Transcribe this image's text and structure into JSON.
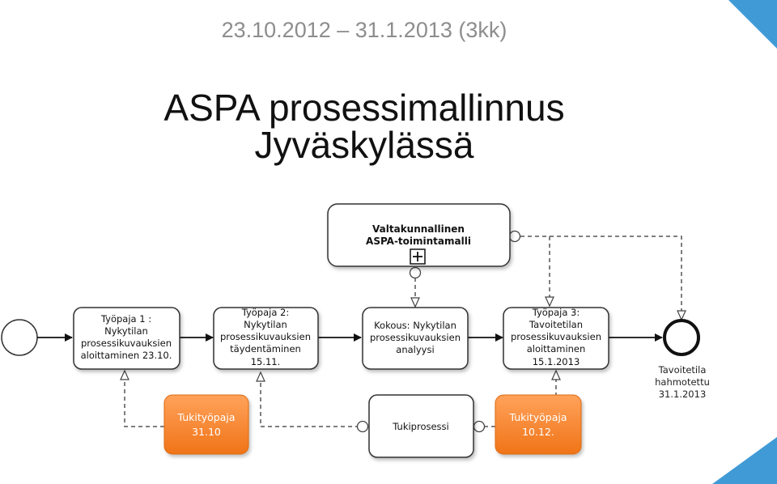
{
  "header": {
    "subtitle": "23.10.2012 – 31.1.2013 (3kk)",
    "title_line1": "ASPA prosessimallinnus",
    "title_line2": "Jyväskylässä"
  },
  "colors": {
    "accent_blue": "#1e88cf",
    "orange": "#f7892b",
    "line": "#3a3a3a",
    "dashed": "#666666"
  },
  "diagram": {
    "subprocess": {
      "lines": [
        "Valtakunnallinen",
        "ASPA-toimintamalli"
      ]
    },
    "tasks": [
      {
        "lines": [
          "Työpaja 1 :",
          "Nykytilan",
          "prosessikuvauksien",
          "aloittaminen 23.10."
        ]
      },
      {
        "lines": [
          "Työpaja 2:",
          "Nykytilan",
          "prosessikuvauksien",
          "täydentäminen",
          "15.11."
        ]
      },
      {
        "lines": [
          "Kokous: Nykytilan",
          "prosessikuvauksien",
          "analyysi"
        ]
      },
      {
        "lines": [
          "Työpaja 3:",
          "Tavoitetilan",
          "prosessikuvauksien",
          "aloittaminen",
          "15.1.2013"
        ]
      }
    ],
    "support_process": {
      "label": "Tukiprosessi"
    },
    "support_workshops": [
      {
        "lines": [
          "Tukityöpaja",
          "31.10"
        ]
      },
      {
        "lines": [
          "Tukityöpaja",
          "10.12."
        ]
      }
    ],
    "end_event": {
      "lines": [
        "Tavoitetila",
        "hahmotettu",
        "31.1.2013"
      ]
    }
  }
}
